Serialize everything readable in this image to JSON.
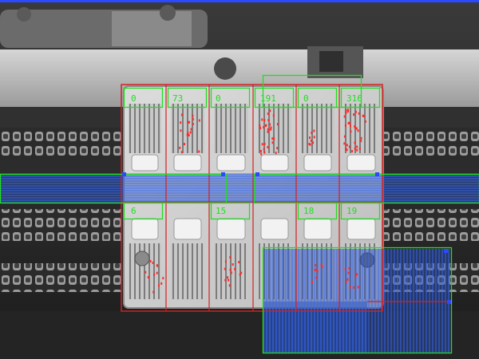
{
  "colors": {
    "roi_red": "#d42020",
    "roi_green": "#22dd22",
    "hatch_blue": "#3a6cff",
    "fill_blue": "#2a4fb4",
    "accent_line": "#2d49ff",
    "dot_red": "#ff2a2a"
  },
  "icons": {
    "roi_corner_marker": "small-square-marker"
  },
  "inspection": {
    "top_row_counts": [
      "0",
      "73",
      "0",
      "191",
      "0",
      "316"
    ],
    "bottom_row_counts": [
      "6",
      "",
      "15",
      "",
      "18",
      "19"
    ]
  }
}
